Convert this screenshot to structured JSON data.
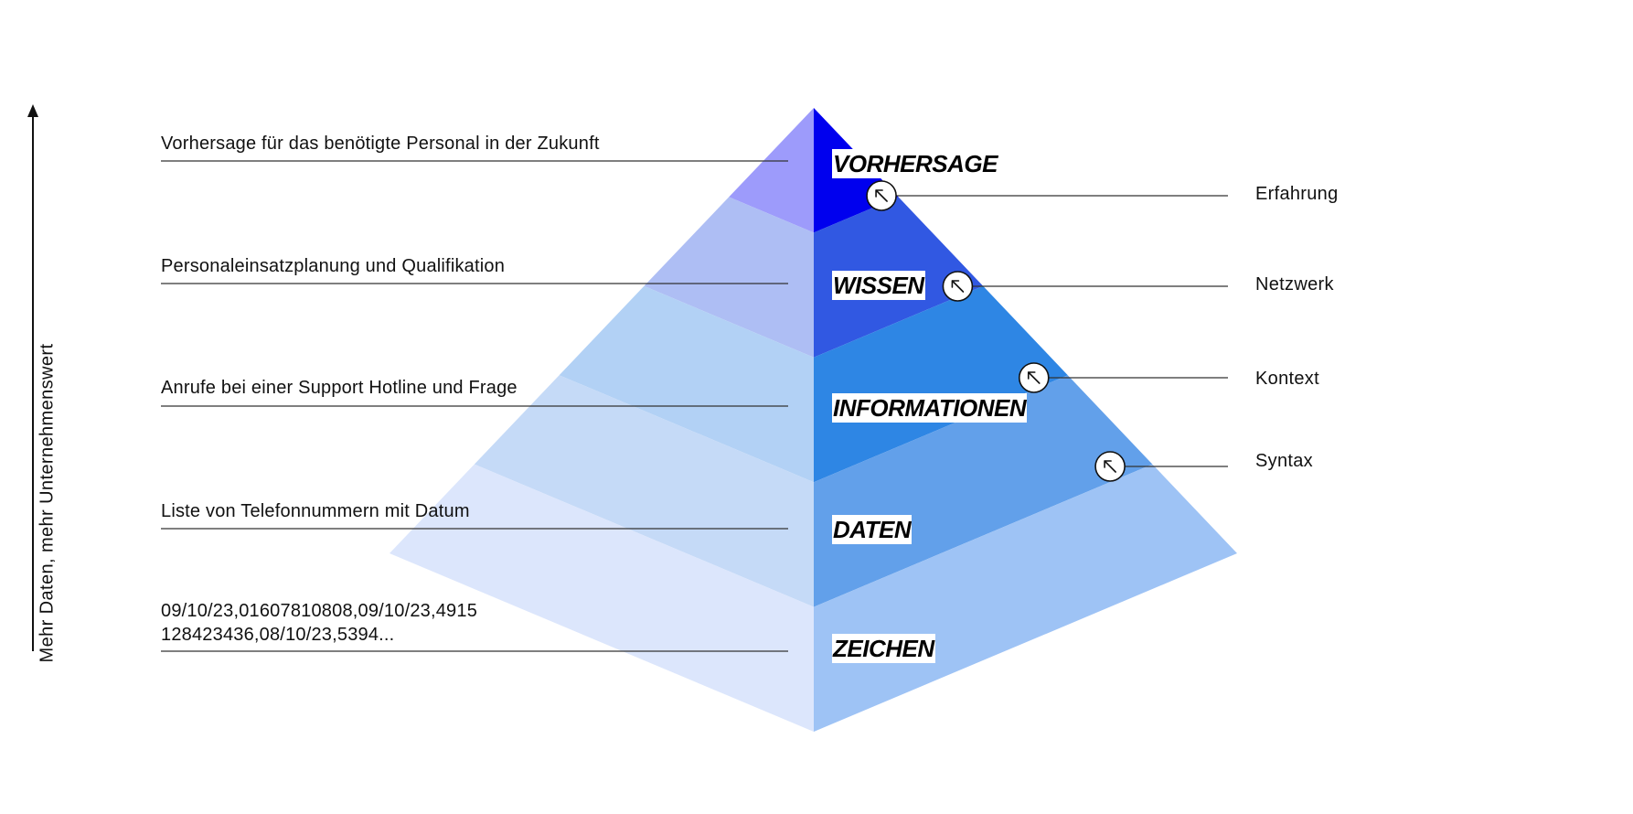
{
  "axis": {
    "label": "Mehr Daten, mehr Unternehmenswert"
  },
  "levels": [
    {
      "name": "VORHERSAGE",
      "example": [
        "Vorhersage für das benötigte Personal in der Zukunft"
      ],
      "front_color": "#0000ee",
      "left_color": "#9d9bfb"
    },
    {
      "name": "WISSEN",
      "example": [
        "Personaleinsatzplanung und Qualifikation"
      ],
      "front_color": "#3158e2",
      "left_color": "#aebef4"
    },
    {
      "name": "INFORMATIONEN",
      "example": [
        "Anrufe bei einer Support Hotline und Frage"
      ],
      "front_color": "#2e86e4",
      "left_color": "#b2d1f5"
    },
    {
      "name": "DATEN",
      "example": [
        "Liste von Telefonnummern mit Datum"
      ],
      "front_color": "#62a0ea",
      "left_color": "#c5daf7"
    },
    {
      "name": "ZEICHEN",
      "example": [
        "09/10/23,01607810808,09/10/23,4915",
        "128423436,08/10/23,5394..."
      ],
      "front_color": "#9ec3f5",
      "left_color": "#dce6fc"
    }
  ],
  "factors": [
    {
      "label": "Erfahrung",
      "icon": "arrow-up-left-icon"
    },
    {
      "label": "Netzwerk",
      "icon": "arrow-up-left-icon"
    },
    {
      "label": "Kontext",
      "icon": "arrow-up-left-icon"
    },
    {
      "label": "Syntax",
      "icon": "arrow-up-left-icon"
    }
  ]
}
